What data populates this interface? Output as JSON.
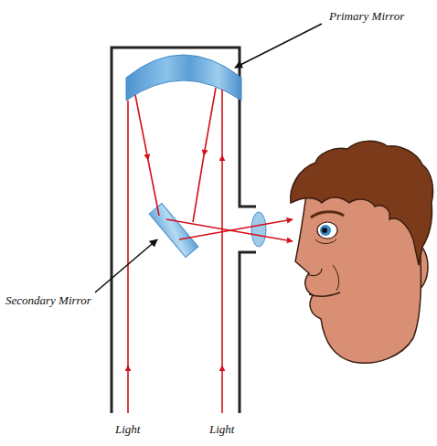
{
  "diagram": {
    "labels": [
      "Primary Mirror",
      "Secondary Mirror",
      "Light",
      "Light"
    ]
  }
}
